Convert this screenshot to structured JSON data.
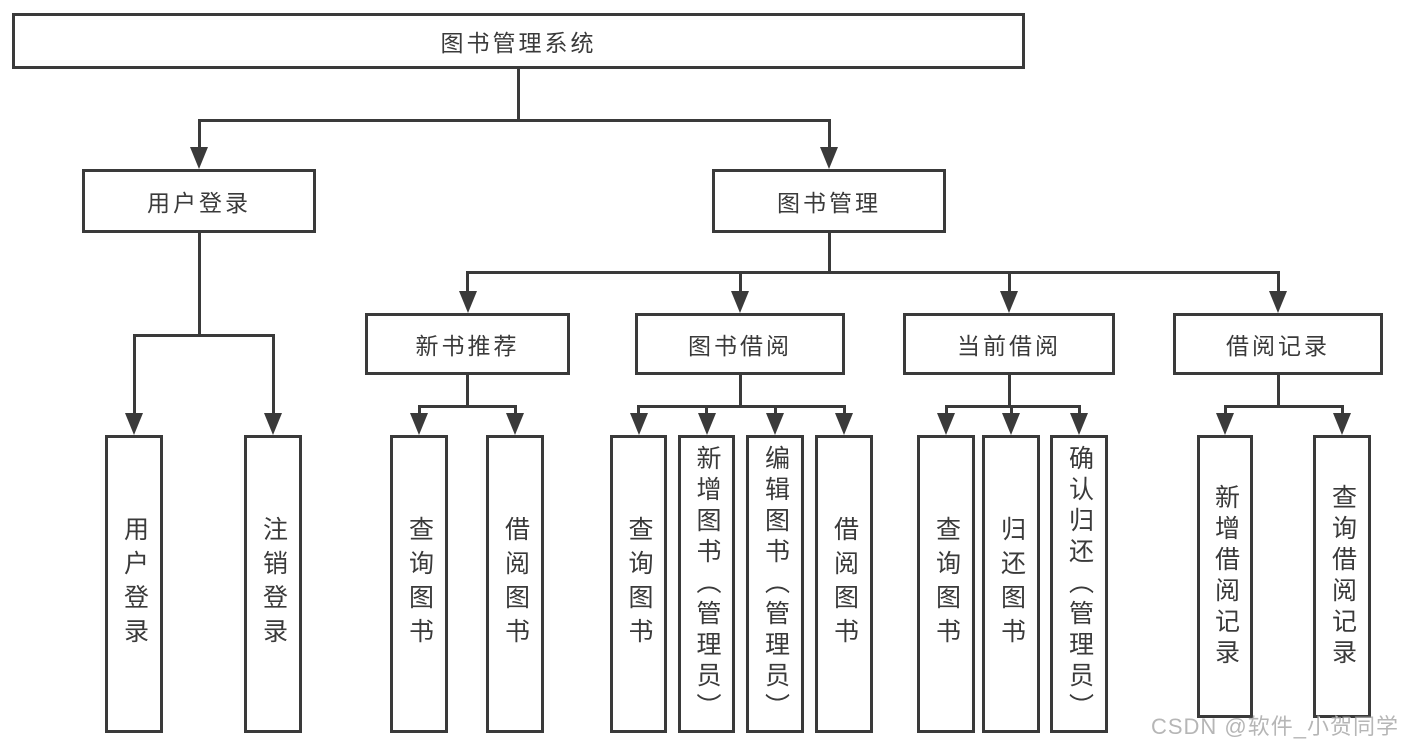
{
  "diagram": {
    "title": "图书管理系统",
    "watermark": "CSDN @软件_小贺同学",
    "colors": {
      "line": "#3a3a3a",
      "text": "#3a3a3a",
      "box_background": "#ffffff",
      "watermark": "#9e9e9e"
    },
    "nodes": [
      {
        "id": "root",
        "label": "图书管理系统",
        "orientation": "horizontal",
        "level": 1
      },
      {
        "id": "login",
        "label": "用户登录",
        "orientation": "horizontal",
        "level": 2
      },
      {
        "id": "mgmt",
        "label": "图书管理",
        "orientation": "horizontal",
        "level": 2
      },
      {
        "id": "rec",
        "label": "新书推荐",
        "orientation": "horizontal",
        "level": 3
      },
      {
        "id": "borrow",
        "label": "图书借阅",
        "orientation": "horizontal",
        "level": 3
      },
      {
        "id": "current",
        "label": "当前借阅",
        "orientation": "horizontal",
        "level": 3
      },
      {
        "id": "records",
        "label": "借阅记录",
        "orientation": "horizontal",
        "level": 3
      },
      {
        "id": "a1",
        "label": "用户登录",
        "orientation": "vertical",
        "level": 4
      },
      {
        "id": "a2",
        "label": "注销登录",
        "orientation": "vertical",
        "level": 4
      },
      {
        "id": "b1",
        "label": "查询图书",
        "orientation": "vertical",
        "level": 4
      },
      {
        "id": "b2",
        "label": "借阅图书",
        "orientation": "vertical",
        "level": 4
      },
      {
        "id": "c1",
        "label": "查询图书",
        "orientation": "vertical",
        "level": 4
      },
      {
        "id": "c2",
        "label": "新增图书（管理员）",
        "orientation": "vertical",
        "level": 4
      },
      {
        "id": "c3",
        "label": "编辑图书（管理员）",
        "orientation": "vertical",
        "level": 4
      },
      {
        "id": "c4",
        "label": "借阅图书",
        "orientation": "vertical",
        "level": 4
      },
      {
        "id": "d1",
        "label": "查询图书",
        "orientation": "vertical",
        "level": 4
      },
      {
        "id": "d2",
        "label": "归还图书",
        "orientation": "vertical",
        "level": 4
      },
      {
        "id": "d3",
        "label": "确认归还（管理员）",
        "orientation": "vertical",
        "level": 4
      },
      {
        "id": "e1",
        "label": "新增借阅记录",
        "orientation": "vertical",
        "level": 4
      },
      {
        "id": "e2",
        "label": "查询借阅记录",
        "orientation": "vertical",
        "level": 4
      }
    ],
    "edges": [
      {
        "from": "root",
        "to": [
          "login",
          "mgmt"
        ],
        "busY": 120
      },
      {
        "from": "login",
        "to": [
          "a1",
          "a2"
        ],
        "busY": 335
      },
      {
        "from": "mgmt",
        "to": [
          "rec",
          "borrow",
          "current",
          "records"
        ],
        "busY": 272
      },
      {
        "from": "rec",
        "to": [
          "b1",
          "b2"
        ],
        "busY": 406
      },
      {
        "from": "borrow",
        "to": [
          "c1",
          "c2",
          "c3",
          "c4"
        ],
        "busY": 406
      },
      {
        "from": "current",
        "to": [
          "d1",
          "d2",
          "d3"
        ],
        "busY": 406
      },
      {
        "from": "records",
        "to": [
          "e1",
          "e2"
        ],
        "busY": 406
      }
    ]
  }
}
